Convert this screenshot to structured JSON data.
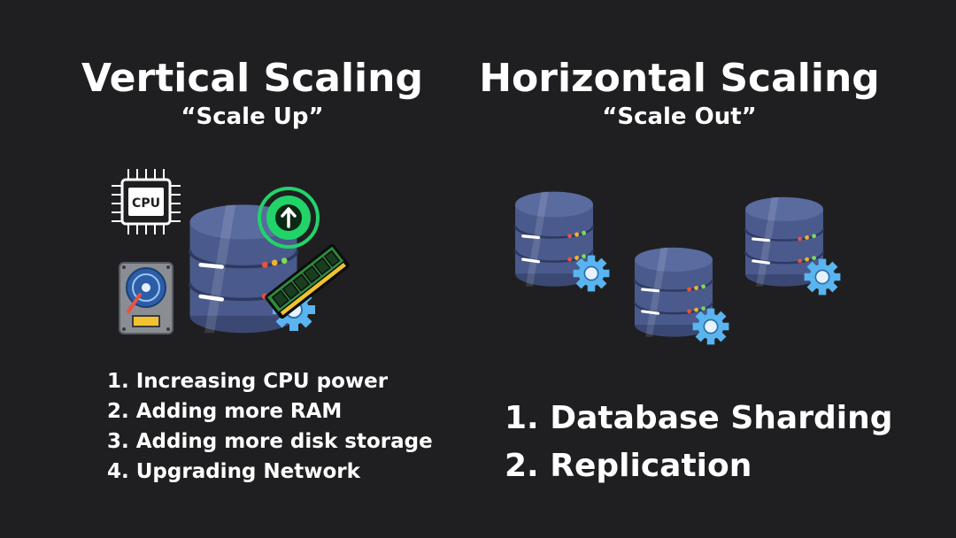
{
  "vertical": {
    "title": "Vertical Scaling",
    "subtitle": "“Scale Up”",
    "cpu_label": "CPU",
    "items": [
      "1. Increasing CPU power",
      "2. Adding more RAM",
      "3. Adding more disk storage",
      "4. Upgrading Network"
    ]
  },
  "horizontal": {
    "title": "Horizontal Scaling",
    "subtitle": "“Scale Out”",
    "items": [
      "1. Database Sharding",
      "2. Replication"
    ]
  },
  "icons": [
    "cpu-icon",
    "hard-drive-icon",
    "database-icon",
    "arrow-up-icon",
    "ram-icon",
    "gear-icon"
  ],
  "colors": {
    "background": "#1f1f21",
    "database": "#4a5a8c",
    "gear": "#5ab4f0",
    "arrow_green": "#22d36a",
    "ram_green": "#2e8b40"
  }
}
